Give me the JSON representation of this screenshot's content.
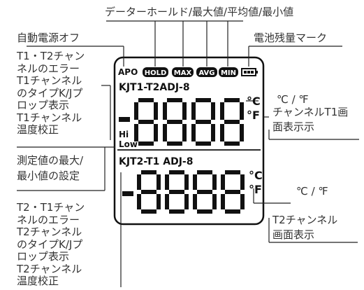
{
  "labels": {
    "top": "データーホールド/最大値/平均値/最小値",
    "apo": "自動電源オフ",
    "battery": "電池残量マーク",
    "left_top": "T1・T2チャン\nネルのエラー\nT1チャンネル\nのタイプK/Jプ\nロップ表示\nT1チャンネル\n温度校正",
    "unit_top": "℃ / ℉",
    "t1_screen": "チャンネルT1画\n面表示示",
    "minmax_setting": "測定値の最大/\n最小値の設定",
    "unit_bottom": "℃ / ℉",
    "t2_screen": "T2チャンネル\n画面表示",
    "left_bottom": "T2・T1チャン\nネルのエラー\nT2チャンネル\nのタイプK/Jプ\nロップ表示\nT2チャンネル\n温度校正"
  },
  "lcd": {
    "apo": "APO",
    "hold": "HOLD",
    "max": "MAX",
    "avg": "AVG",
    "min": "MIN",
    "ch1": "KJT1-T2ADJ-8",
    "ch2": "KJT2-T1 ADJ-8",
    "hi": "Hi",
    "low": "Low",
    "deg_c": "°C",
    "deg_f": "°F",
    "deg_c2": "°C",
    "deg_f2": "°F"
  }
}
